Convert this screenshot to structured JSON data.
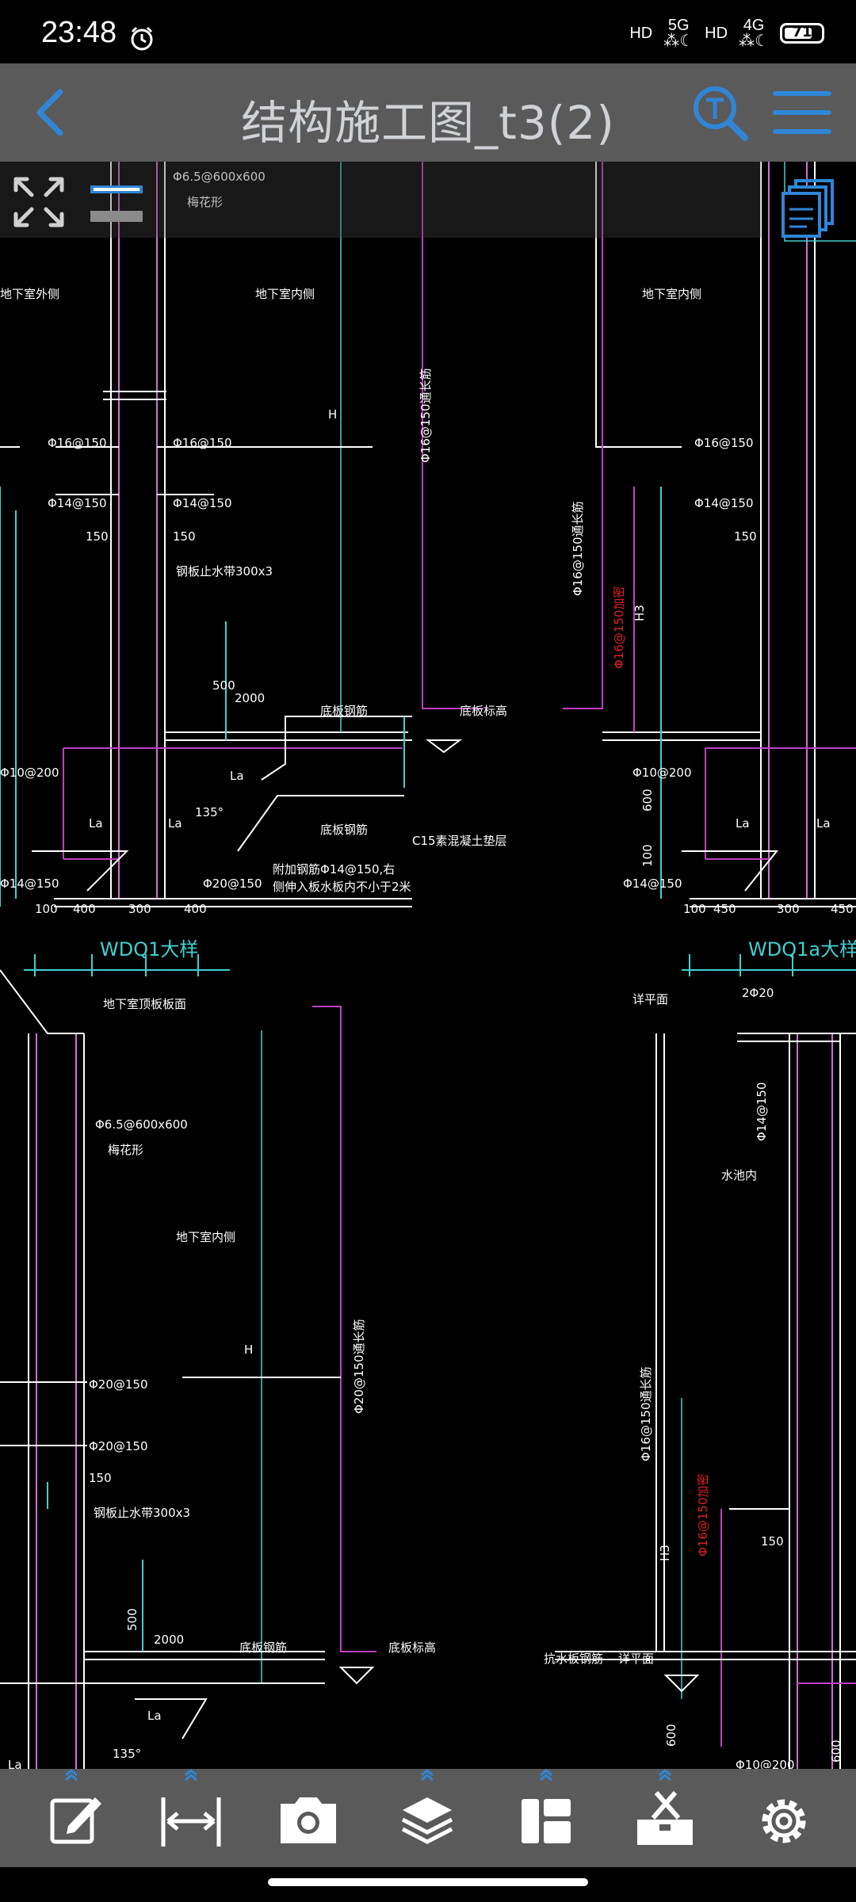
{
  "status_bar": {
    "time": "23:48",
    "sim1_type": "5G",
    "sim2_type": "4G",
    "hd_label": "HD",
    "battery": "71"
  },
  "app_bar": {
    "title": "结构施工图_t3(2)"
  },
  "icons": {
    "back": "back-arrow-icon",
    "search": "text-search-icon",
    "menu": "hamburger-menu-icon",
    "expand": "fullscreen-expand-icon",
    "layers": "layout-layers-icon",
    "toolbar": [
      "edit-icon",
      "measure-icon",
      "camera-icon",
      "layers-icon",
      "layout-icon",
      "toolbox-icon",
      "settings-icon"
    ]
  },
  "colors": {
    "accent": "#2f86d6",
    "cad_white": "#ffffff",
    "cad_cyan": "#3fd0d0",
    "cad_magenta": "#c040c0",
    "cad_red": "#e02020"
  },
  "drawing": {
    "labels": [
      "Φ6.5@600x600",
      "梅花形",
      "地下室内侧",
      "地下室外侧",
      "地下室内侧",
      "Φ16@150",
      "Φ16@150",
      "Φ14@150",
      "Φ14@150",
      "150",
      "150",
      "钢板止水带300x3",
      "500",
      "2000",
      "底板钢筋",
      "底板标高",
      "La",
      "La",
      "La",
      "135°",
      "底板钢筋",
      "C15素混凝土垫层",
      "附加钢筋Φ14@150,右",
      "侧伸入板水板内不小于2米",
      "Φ20@150",
      "100",
      "400",
      "300",
      "400",
      "Φ16@150通长筋",
      "H",
      "Φ10@200",
      "Φ14@150",
      "WDQ1大样",
      "WDQ1a大样",
      "Φ16@150通长筋",
      "Φ16@150加密",
      "H3",
      "Φ16@150",
      "Φ14@150",
      "150",
      "Φ10@200",
      "600",
      "100",
      "Φ14@150",
      "La",
      "La",
      "100",
      "450",
      "300",
      "450",
      "地下室顶板板面",
      "Φ6.5@600x600",
      "梅花形",
      "地下室内侧",
      "Φ20@150",
      "Φ20@150",
      "150",
      "钢板止水带300x3",
      "500",
      "2000",
      "底板钢筋",
      "底板标高",
      "La",
      "La",
      "135°",
      "H",
      "Φ20@150通长筋",
      "详平面",
      "2Φ20",
      "Φ14@150",
      "水池内",
      "Φ16@150通长筋",
      "Φ16@150加密",
      "H3",
      "150",
      "抗水板钢筋",
      "详平面",
      "600",
      "Φ10@200",
      "600"
    ]
  }
}
